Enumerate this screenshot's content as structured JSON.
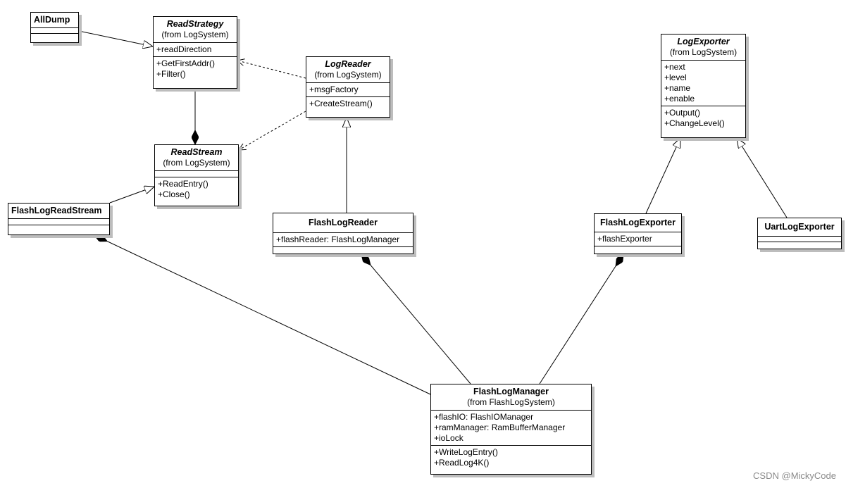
{
  "classes": {
    "alldump": {
      "name": "AllDump",
      "from": "",
      "attributes": [],
      "methods": []
    },
    "readstrategy": {
      "name": "ReadStrategy",
      "from": "(from LogSystem)",
      "attributes": [
        "+readDirection"
      ],
      "methods": [
        "+GetFirstAddr()",
        "+Filter()"
      ]
    },
    "logreader": {
      "name": "LogReader",
      "from": "(from LogSystem)",
      "attributes": [
        "+msgFactory"
      ],
      "methods": [
        "+CreateStream()"
      ]
    },
    "readstream": {
      "name": "ReadStream",
      "from": "(from LogSystem)",
      "attributes": [],
      "methods": [
        "+ReadEntry()",
        "+Close()"
      ]
    },
    "logexporter": {
      "name": "LogExporter",
      "from": "(from LogSystem)",
      "attributes": [
        "+next",
        "+level",
        "+name",
        "+enable"
      ],
      "methods": [
        "+Output()",
        "+ChangeLevel()"
      ]
    },
    "flashlogreadstream": {
      "name": "FlashLogReadStream",
      "from": "",
      "attributes": [],
      "methods": []
    },
    "flashlogreader": {
      "name": "FlashLogReader",
      "from": "",
      "attributes": [
        "+flashReader: FlashLogManager"
      ],
      "methods": []
    },
    "flashlogexporter": {
      "name": "FlashLogExporter",
      "from": "",
      "attributes": [
        "+flashExporter"
      ],
      "methods": []
    },
    "uartlogexporter": {
      "name": "UartLogExporter",
      "from": "",
      "attributes": [],
      "methods": []
    },
    "flashlogmanager": {
      "name": "FlashLogManager",
      "from": "(from FlashLogSystem)",
      "attributes": [
        "+flashIO: FlashIOManager",
        "+ramManager: RamBufferManager",
        "+ioLock"
      ],
      "methods": [
        "+WriteLogEntry()",
        "+ReadLog4K()"
      ]
    }
  },
  "relations": [
    {
      "from": "AllDump",
      "to": "ReadStrategy",
      "kind": "generalization"
    },
    {
      "from": "LogReader",
      "to": "ReadStrategy",
      "kind": "dependency"
    },
    {
      "from": "LogReader",
      "to": "ReadStream",
      "kind": "dependency"
    },
    {
      "from": "ReadStrategy",
      "to": "ReadStream",
      "kind": "composition"
    },
    {
      "from": "FlashLogReadStream",
      "to": "ReadStream",
      "kind": "generalization"
    },
    {
      "from": "FlashLogReader",
      "to": "LogReader",
      "kind": "generalization"
    },
    {
      "from": "FlashLogExporter",
      "to": "LogExporter",
      "kind": "generalization"
    },
    {
      "from": "UartLogExporter",
      "to": "LogExporter",
      "kind": "generalization"
    },
    {
      "from": "FlashLogManager",
      "to": "FlashLogReadStream",
      "kind": "composition"
    },
    {
      "from": "FlashLogManager",
      "to": "FlashLogReader",
      "kind": "composition"
    },
    {
      "from": "FlashLogManager",
      "to": "FlashLogExporter",
      "kind": "composition"
    }
  ],
  "watermark": "CSDN @MickyCode"
}
